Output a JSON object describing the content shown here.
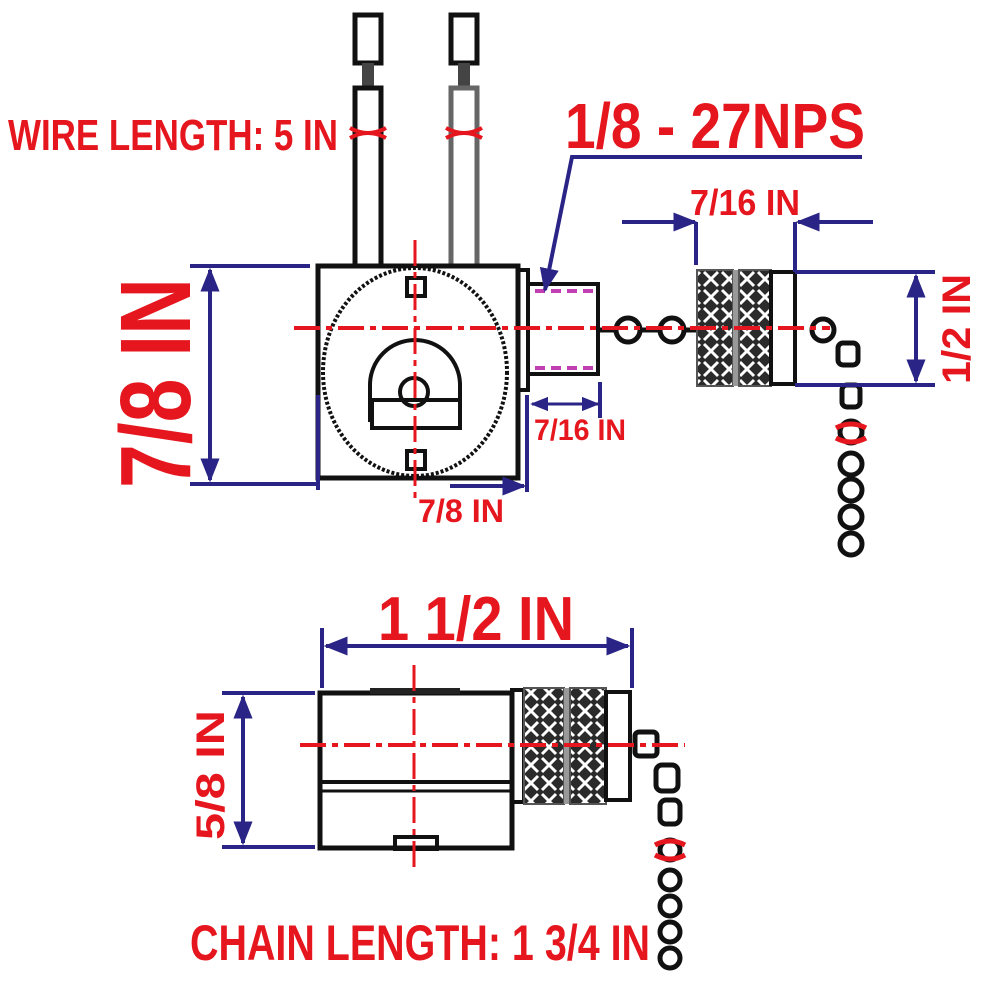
{
  "diagram": {
    "title": "Pull chain switch dimension drawing",
    "colors": {
      "label": "#e5161e",
      "dimension_line": "#2a2486",
      "outline": "#111111",
      "thread_hatch": "#c13fb3"
    },
    "labels": {
      "wire_length": "WIRE LENGTH: 5 IN",
      "thread_spec": "1/8 - 27NPS",
      "knob_length_top": "7/16 IN",
      "body_height": "7/8 IN",
      "knob_diameter": "1/2 IN",
      "thread_length": "7/16 IN",
      "body_width": "7/8 IN",
      "overall_length": "1 1/2 IN",
      "body_depth": "5/8 IN",
      "chain_length": "CHAIN LENGTH: 1 3/4 IN"
    },
    "views": {
      "front": "front view with lead wires, threaded bushing, knurled knob and pull chain",
      "side": "side view with knurled knob and pull chain"
    }
  }
}
